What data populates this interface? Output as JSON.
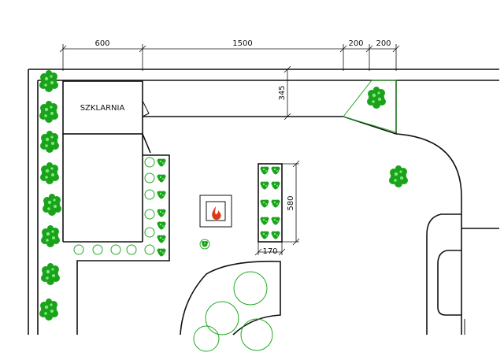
{
  "dimensions": {
    "d600": "600",
    "d1500": "1500",
    "d200a": "200",
    "d200b": "200",
    "d345": "345",
    "d580": "580",
    "d170": "170"
  },
  "labels": {
    "greenhouse": "SZKLARNIA"
  },
  "colors": {
    "line": "#111111",
    "tree_dark": "#1aa31a",
    "tree_light": "#6fe06f",
    "green_outline": "#22aa22",
    "fire": "#d83a1a"
  },
  "icons": {
    "fireplace": "flame-icon",
    "tree": "tree-icon",
    "shrub": "shrub-icon"
  }
}
